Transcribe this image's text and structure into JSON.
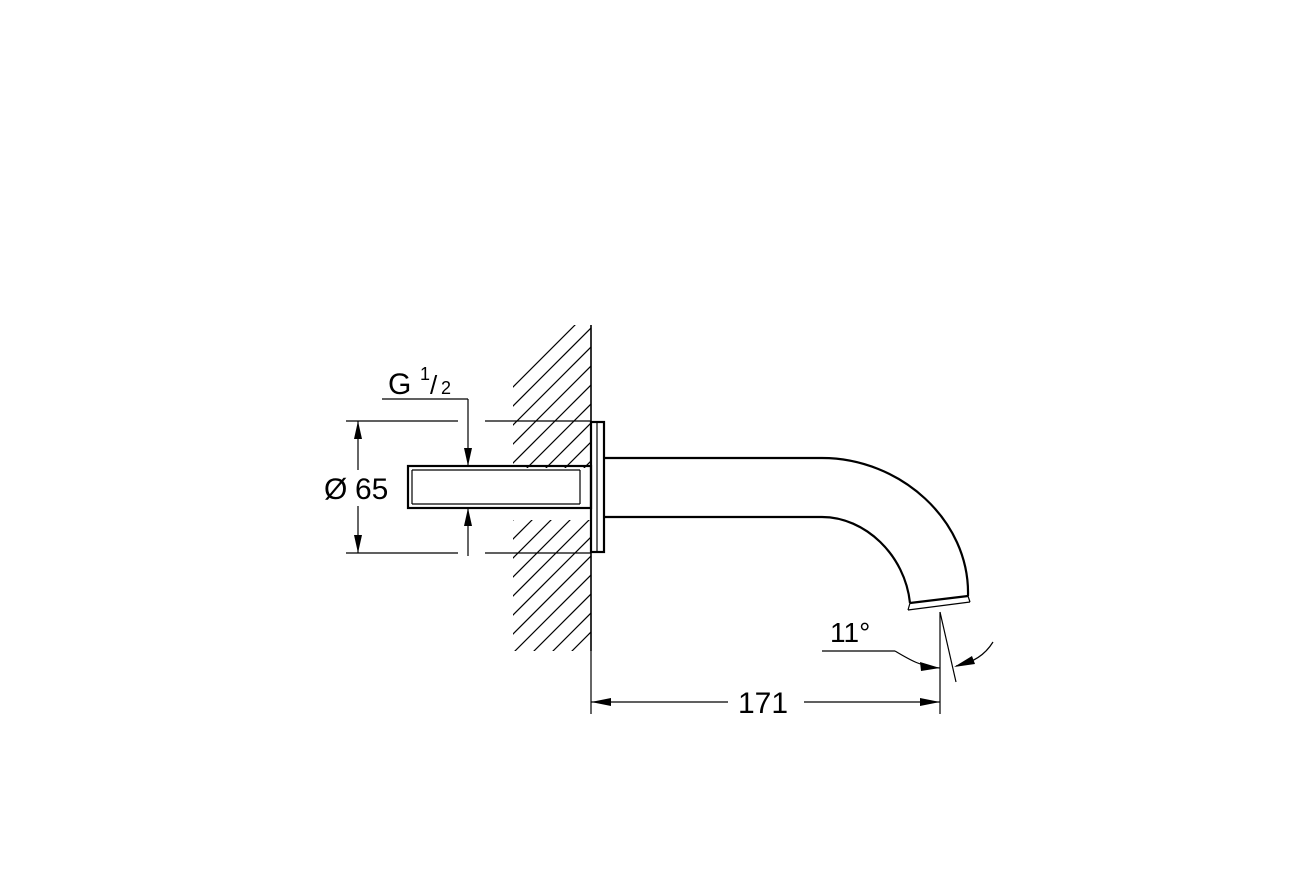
{
  "drawing": {
    "thread_label": {
      "prefix": "G",
      "numerator": "1",
      "slash": "/",
      "denominator": "2"
    },
    "flange_diameter": {
      "symbol": "Ø",
      "value": "65"
    },
    "projection_length": "171",
    "outlet_angle": "11°"
  }
}
